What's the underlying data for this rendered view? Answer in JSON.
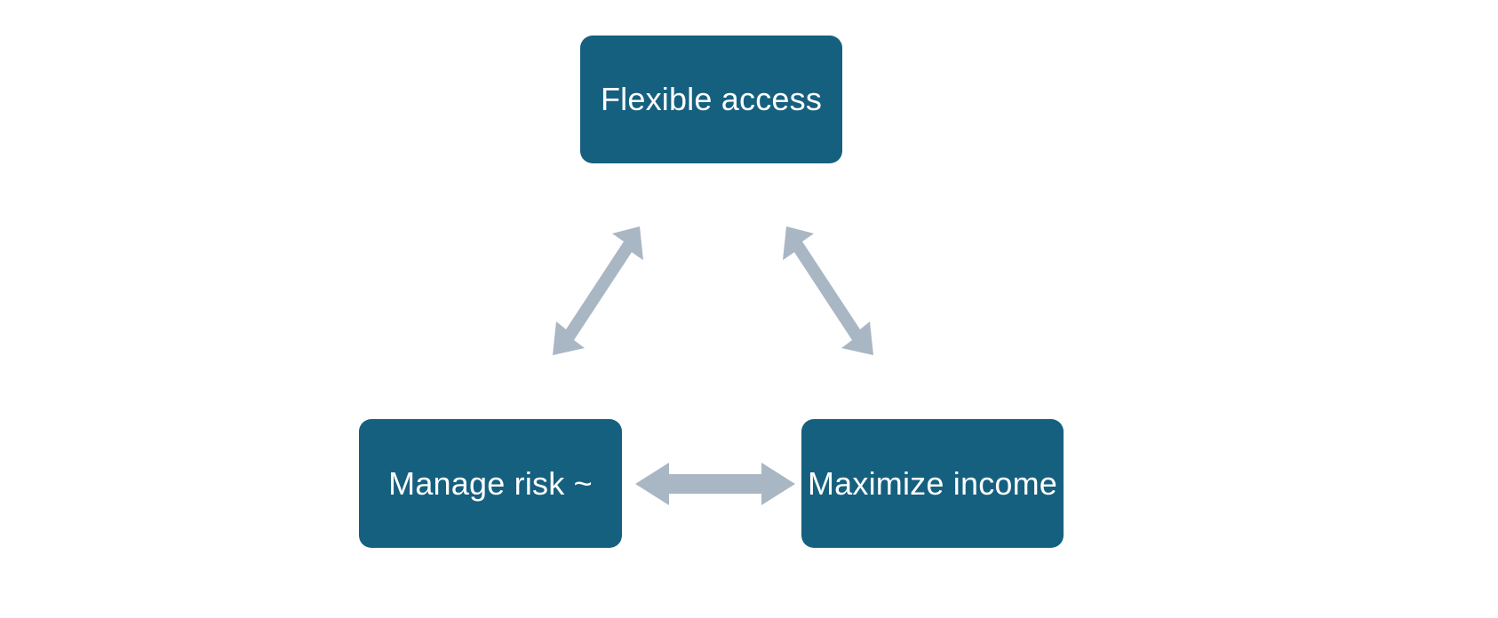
{
  "diagram": {
    "title": "",
    "background_color": "#ffffff",
    "node_color": "#16607F",
    "node_text_color": "#ffffff",
    "arrow_color": "#A9B6C4",
    "nodes": [
      {
        "id": "flexible-access",
        "label": "Flexible access",
        "position": "top"
      },
      {
        "id": "manage-risk",
        "label": "Manage risk ~",
        "position": "bottom-left"
      },
      {
        "id": "maximize-income",
        "label": "Maximize income",
        "position": "bottom-right"
      }
    ],
    "connectors": [
      {
        "id": "left-diagonal",
        "from": "manage-risk",
        "to": "flexible-access",
        "style": "double-headed",
        "orientation": "diagonal-up-right"
      },
      {
        "id": "right-diagonal",
        "from": "maximize-income",
        "to": "flexible-access",
        "style": "double-headed",
        "orientation": "diagonal-up-left"
      },
      {
        "id": "bottom-horizontal",
        "from": "manage-risk",
        "to": "maximize-income",
        "style": "double-headed",
        "orientation": "horizontal"
      }
    ]
  }
}
